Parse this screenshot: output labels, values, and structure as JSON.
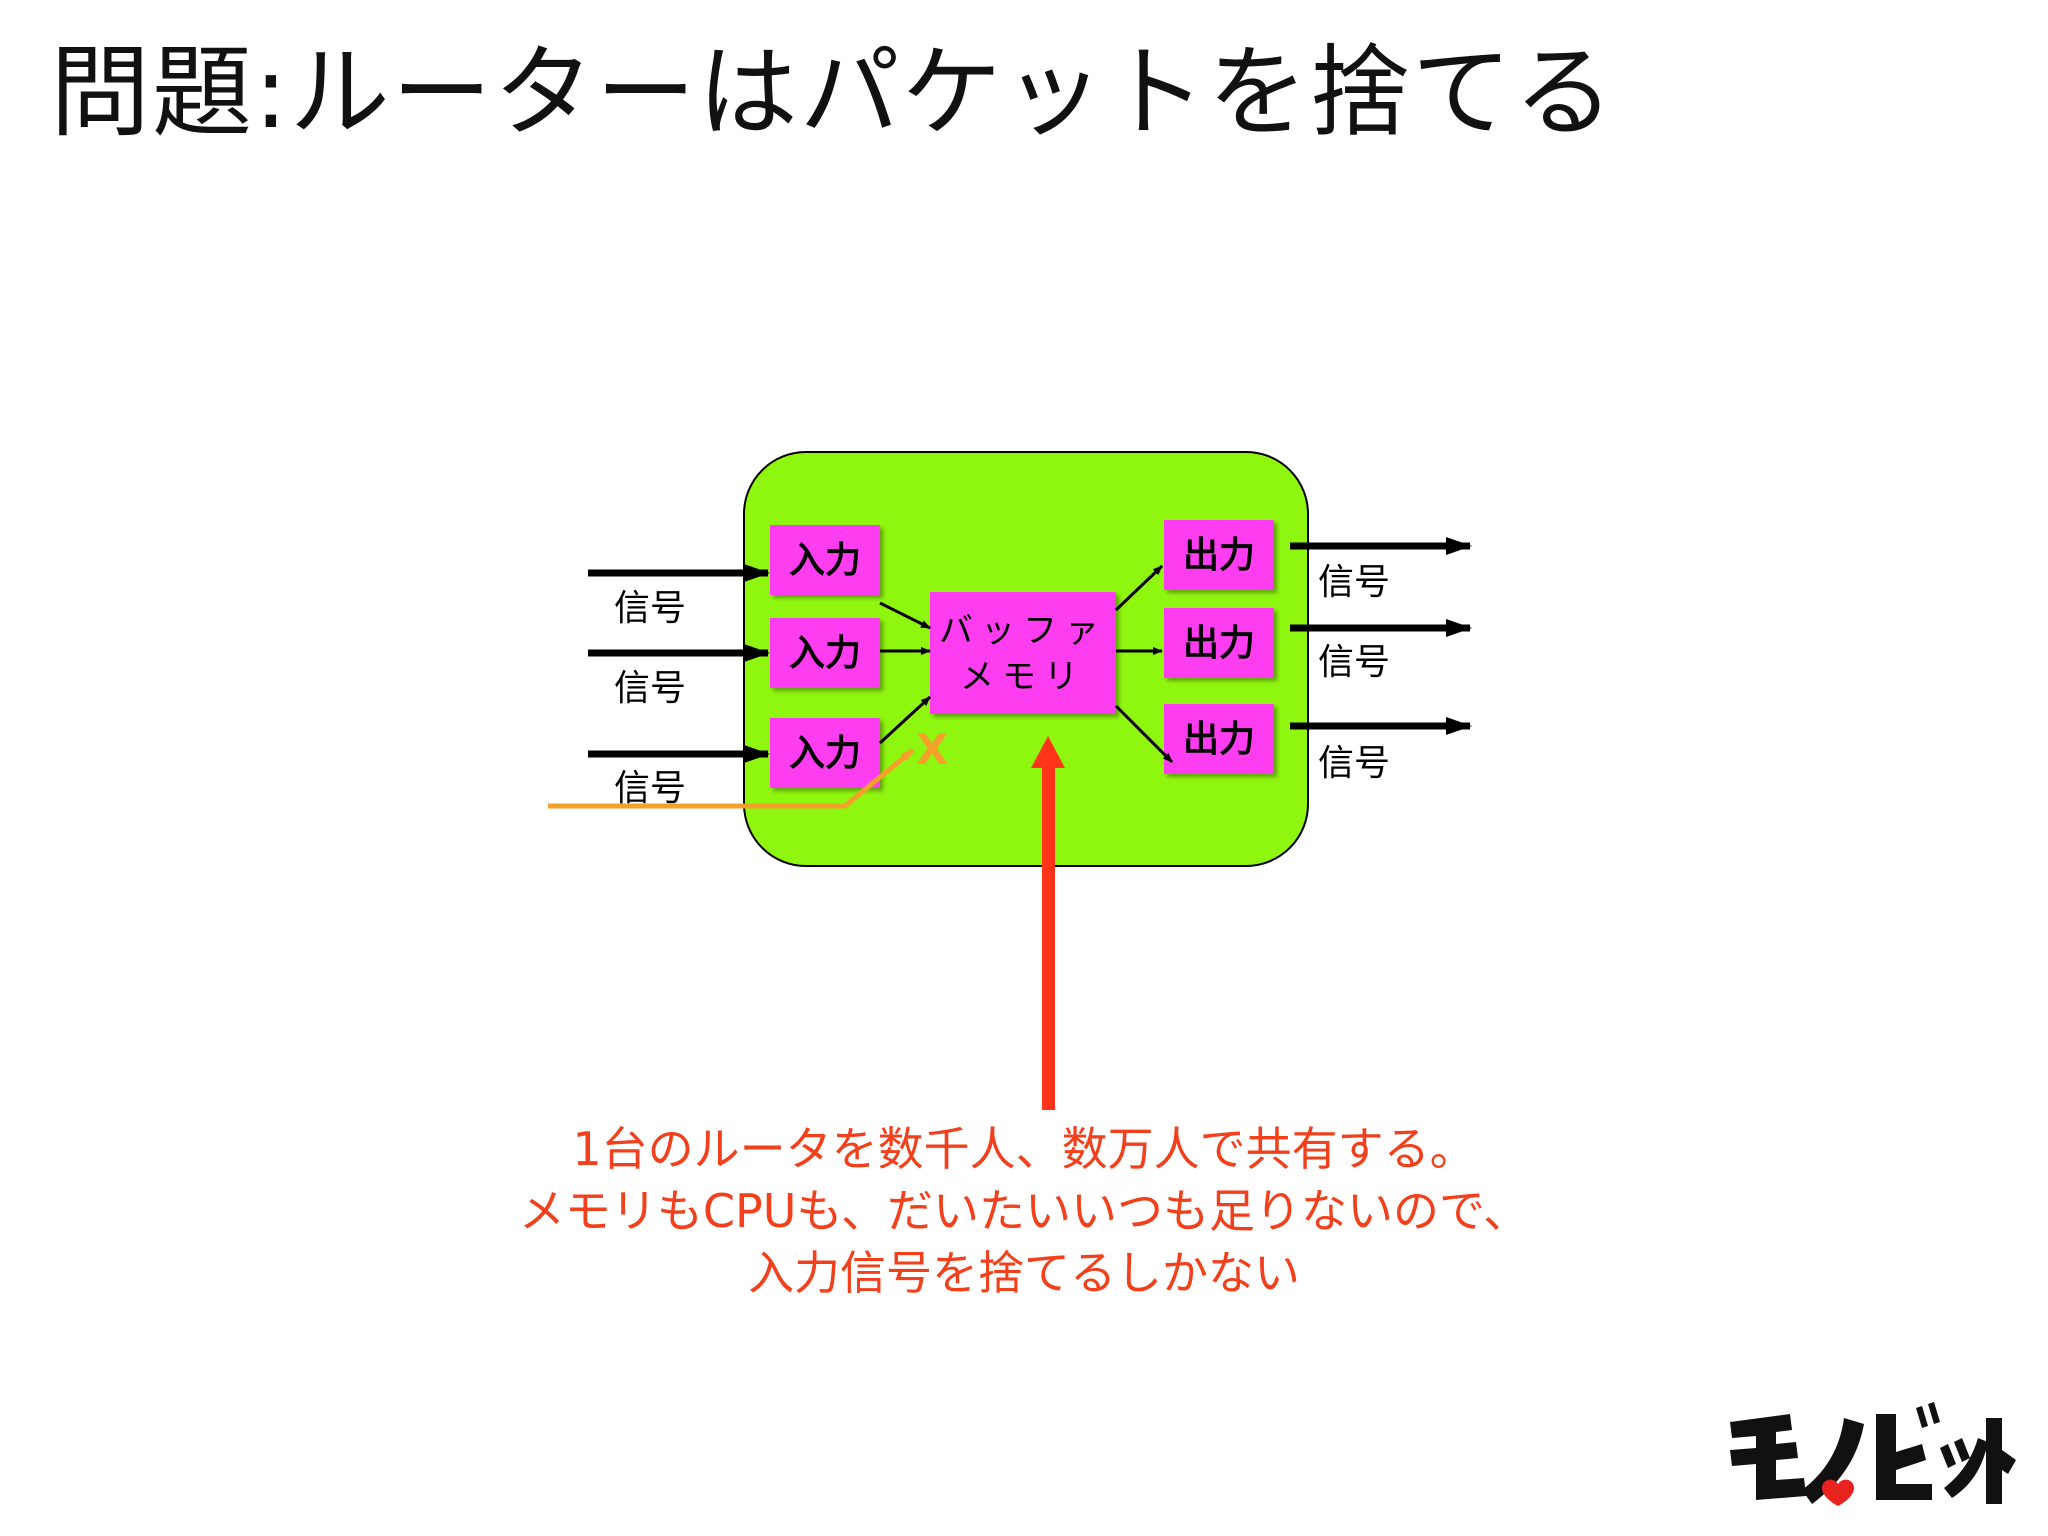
{
  "slide": {
    "title": "問題:ルーターはパケットを捨てる",
    "caption_lines": [
      "1台のルータを数千人、数万人で共有する。",
      "メモリもCPUも、だいたいいつも足りないので、",
      "入力信号を捨てるしかない"
    ]
  },
  "diagram": {
    "input_label": "入力",
    "output_label": "出力",
    "signal_label": "信号",
    "buffer_label_line1": "バッファ",
    "buffer_label_line2": "メモリ",
    "drop_mark": "X"
  },
  "colors": {
    "router_fill": "#8ff70f",
    "box_fill": "#ff3df0",
    "caption_red": "#f2401c",
    "dropped_signal_orange": "#f5a02a",
    "arrow_black": "#000000",
    "big_arrow_red": "#ff3418"
  },
  "logo": {
    "alt": "モノビット"
  }
}
